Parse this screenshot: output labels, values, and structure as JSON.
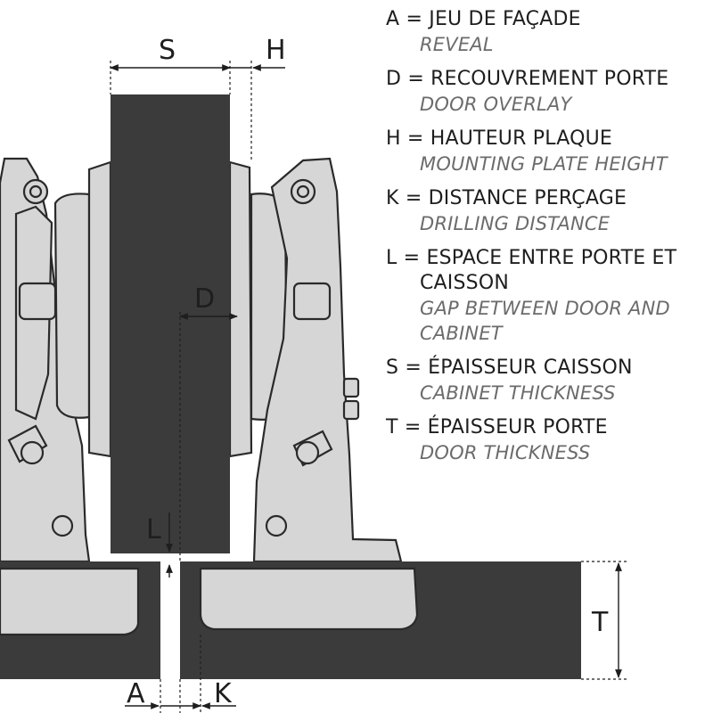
{
  "diagram": {
    "labels": {
      "S": "S",
      "H": "H",
      "D": "D",
      "L": "L",
      "T": "T",
      "A": "A",
      "K": "K"
    },
    "colors": {
      "panel": "#3b3b3b",
      "hinge": "#d6d6d6",
      "outline": "#2a2a2a"
    }
  },
  "legend": [
    {
      "fr": "A = JEU DE FAÇADE",
      "en": "REVEAL"
    },
    {
      "fr": "D = RECOUVREMENT PORTE",
      "en": "DOOR OVERLAY"
    },
    {
      "fr": "H = HAUTEUR PLAQUE",
      "en": "MOUNTING PLATE HEIGHT"
    },
    {
      "fr": "K = DISTANCE PERÇAGE",
      "en": "DRILLING DISTANCE"
    },
    {
      "fr": "L = ESPACE ENTRE PORTE ET CAISSON",
      "en": "GAP BETWEEN DOOR AND CABINET"
    },
    {
      "fr": "S = ÉPAISSEUR CAISSON",
      "en": "CABINET THICKNESS"
    },
    {
      "fr": "T = ÉPAISSEUR PORTE",
      "en": "DOOR THICKNESS"
    }
  ]
}
